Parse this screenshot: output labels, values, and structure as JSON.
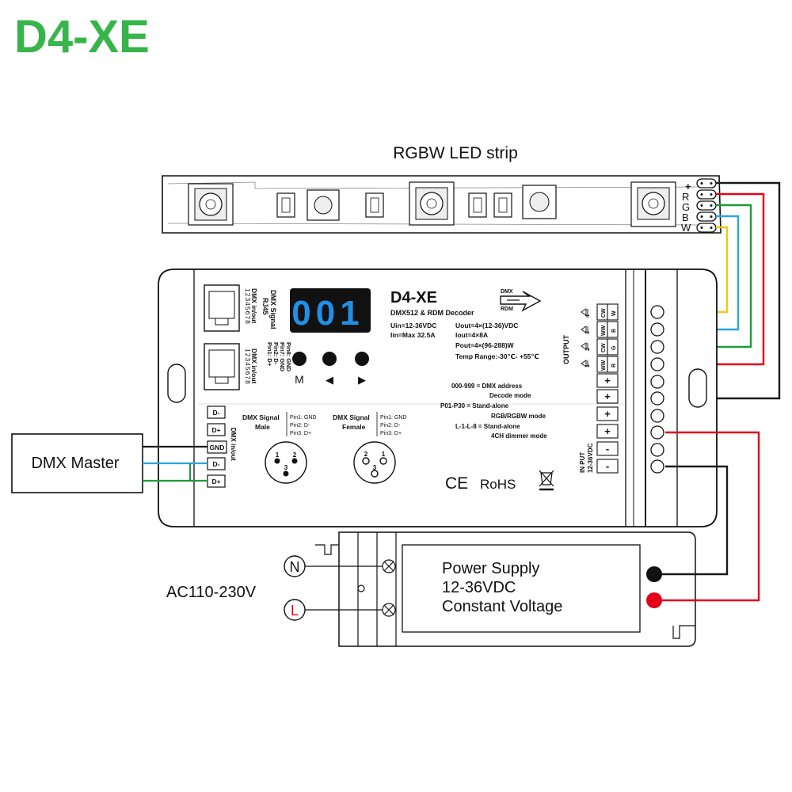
{
  "title": "D4-XE",
  "strip": {
    "label": "RGBW LED strip",
    "terminals": [
      "+",
      "R",
      "G",
      "B",
      "W"
    ]
  },
  "device": {
    "model": "D4-XE",
    "subtitle": "DMX512 & RDM Decoder",
    "display": "001",
    "buttons": [
      "M",
      "◀",
      "▶"
    ],
    "dmx_badge": "DMX",
    "rdm_badge": "RDM",
    "specs_left": [
      "Uin=12-36VDC",
      "Iin=Max 32.5A"
    ],
    "specs_right": [
      "Uout=4×(12-36)VDC",
      "Iout=4×8A",
      "Pout=4×(96-288)W",
      "Temp Range:-30℃- +55℃"
    ],
    "modes": [
      "000-999 = DMX address",
      "Decode mode",
      "P01-P30 = Stand-alone",
      "RGB/RGBW mode",
      "L-1-L-8 = Stand-alone",
      "4CH dimmer mode"
    ],
    "rj45_label_1": "DMX in/out",
    "rj45_pins_1": "12345678",
    "rj45_signal_title": "DMX Signal",
    "rj45_signal_sub": "RJ45",
    "rj45_pinout": [
      "Pin1: D+",
      "Pin2: D-",
      "Pin7: GND",
      "Pin8: GND"
    ],
    "rj45_label_2": "DMX in/out",
    "rj45_pins_2": "12345678",
    "xlr_male_title": "DMX Signal",
    "xlr_male_sub": "Male",
    "xlr_male_pins": [
      "Pin1: GND",
      "Pin2: D-",
      "Pin3: D+"
    ],
    "xlr_female_title": "DMX Signal",
    "xlr_female_sub": "Female",
    "xlr_female_pins": [
      "Pin1: GND",
      "Pin2: D-",
      "Pin3: D+"
    ],
    "xlr_male_nums": [
      "1",
      "2",
      "3"
    ],
    "xlr_female_nums": [
      "2",
      "1",
      "3"
    ],
    "dmx_terminals": [
      "D-",
      "D+",
      "GND",
      "D-",
      "D+"
    ],
    "dmx_terminal_label": "DMX in/out",
    "output_label": "OUTPUT",
    "output_channels": [
      {
        "num": "4",
        "a": "CW",
        "b": "W"
      },
      {
        "num": "3",
        "a": "WW",
        "b": "B"
      },
      {
        "num": "2",
        "a": "CW",
        "b": "G"
      },
      {
        "num": "1",
        "a": "WW",
        "b": "R"
      }
    ],
    "plus_terminals": [
      "+",
      "+",
      "+",
      "+"
    ],
    "input_label": "IN PUT",
    "input_voltage": "12-36VDC",
    "minus_terminals": [
      "-",
      "-"
    ],
    "ce": "CE",
    "rohs": "RoHS"
  },
  "dmx_master": {
    "label": "DMX Master"
  },
  "power_supply": {
    "lines": [
      "Power Supply",
      "12-36VDC",
      "Constant Voltage"
    ]
  },
  "ac_input": {
    "label": "AC110-230V",
    "neutral": "N",
    "live": "L"
  },
  "wire_colors": {
    "red": "#e3001b",
    "green": "#1e9b3c",
    "blue": "#2aa6e0",
    "yellow": "#f5c518",
    "black": "#1a1a1a",
    "title_green": "#37b54a",
    "display_blue": "#1f8fe8"
  }
}
